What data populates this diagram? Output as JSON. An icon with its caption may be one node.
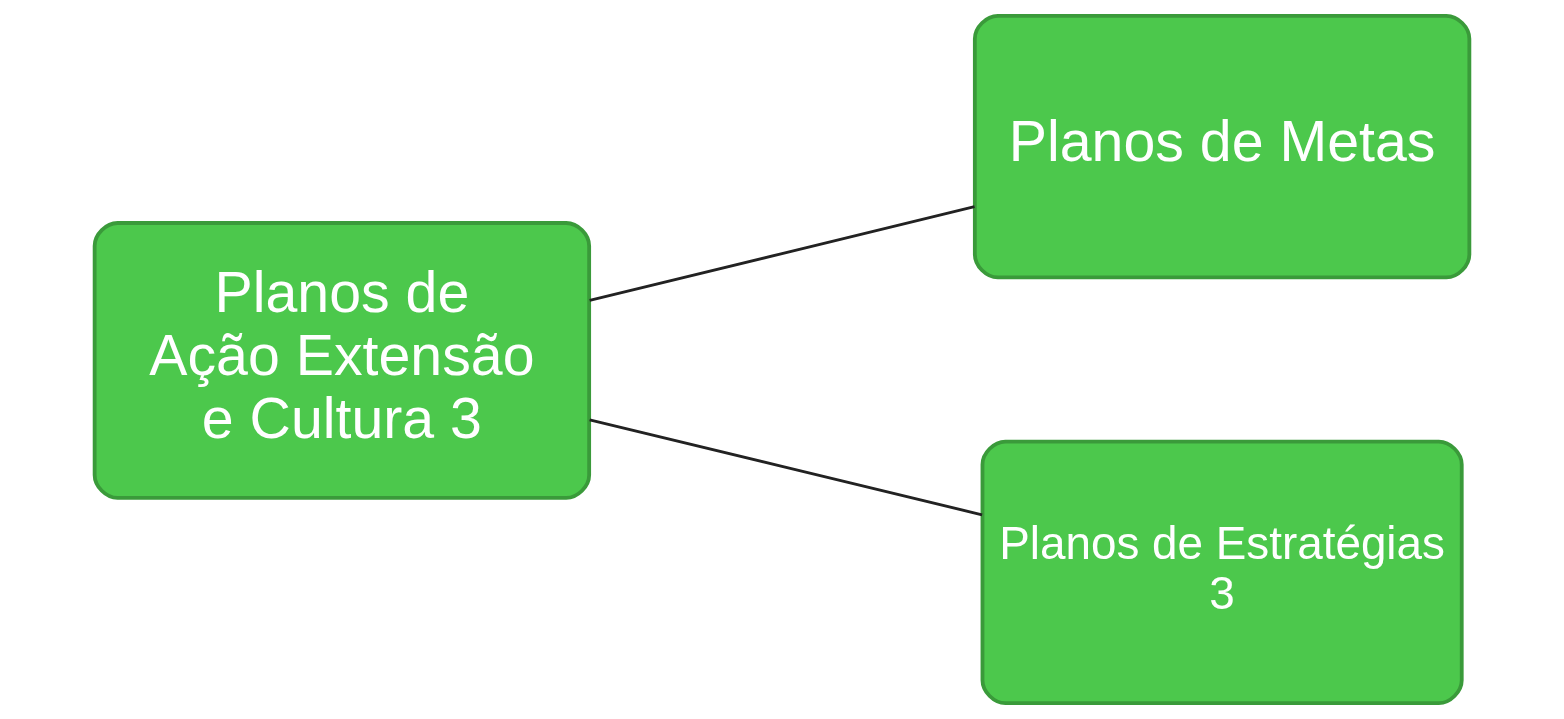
{
  "diagram": {
    "nodes": [
      {
        "text": [
          "Planos de Ação Extensão e Cultura 3"
        ]
      },
      {
        "text": [
          "Planos de Metas"
        ]
      },
      {
        "text": [
          "Planos de Estratégias 3"
        ]
      }
    ],
    "edges": [
      {
        "from": 0,
        "to": 1,
        "arrow": "none"
      },
      {
        "from": 0,
        "to": 2,
        "arrow": "none"
      }
    ]
  }
}
